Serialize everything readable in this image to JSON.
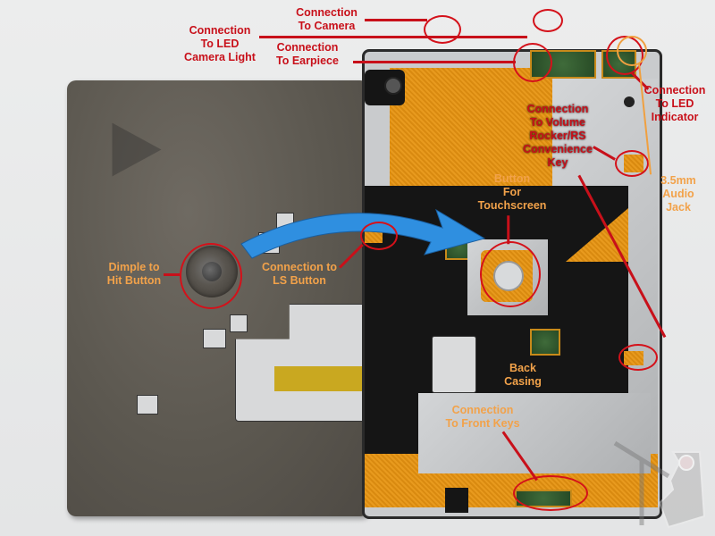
{
  "image": {
    "subject": "Disassembled smartphone back casing with annotated connections",
    "colors": {
      "background": "#e6e7e8",
      "annotation_red": "#c8101a",
      "annotation_orange": "#f2a24a",
      "arrow_blue": "#2f8fe0",
      "flex_orange": "#e89a1e"
    }
  },
  "annotations": {
    "camera": "Connection\nTo Camera",
    "led_camera_light": "Connection\nTo LED\nCamera Light",
    "earpiece": "Connection\nTo Earpiece",
    "led_indicator": "Connection\nTo LED\nIndicator",
    "volume_rocker": "Connection\nTo Volume\nRocker/RS\nConvenience\nKey",
    "audio_jack": "3.5mm\nAudio\nJack",
    "touchscreen_button": "Button\nFor\nTouchscreen",
    "dimple": "Dimple to\nHit Button",
    "ls_button": "Connection to\nLS Button",
    "back_casing": "Back\nCasing",
    "front_keys": "Connection\nTo Front Keys"
  },
  "watermark": {
    "icon": "tw-logo-watermark"
  }
}
